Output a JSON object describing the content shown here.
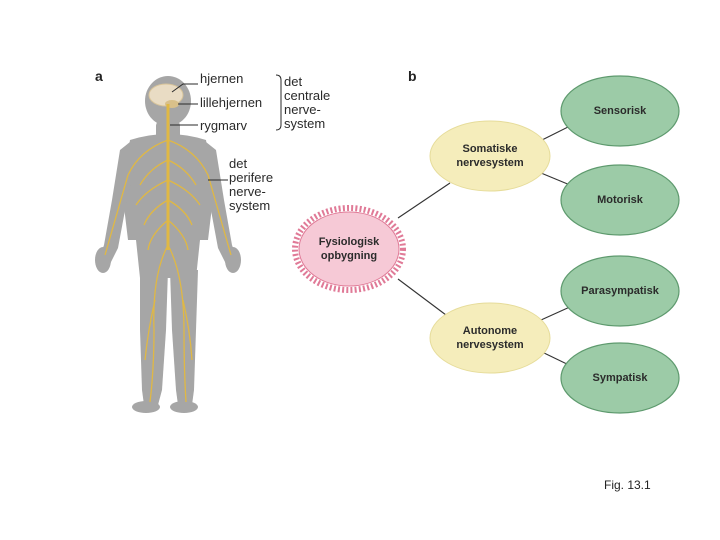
{
  "panel_a": {
    "letter": "a",
    "labels": {
      "brain": "hjernen",
      "cerebellum": "lillehjernen",
      "spinal_cord": "rygmarv",
      "cns": "det\ncentrale\nnerve-\nsystem",
      "pns": "det\nperifere\nnerve-\nsystem"
    },
    "colors": {
      "body": "#a6a6a6",
      "nerves": "#e0b844",
      "brain": "#e9dcc4"
    }
  },
  "panel_b": {
    "letter": "b",
    "nodes": {
      "root": "Fysiologisk\nopbygning",
      "somatic": "Somatiske\nnervesystem",
      "autonomic": "Autonome\nnervesystem",
      "sensory": "Sensorisk",
      "motor": "Motorisk",
      "parasympathetic": "Parasympatisk",
      "sympathetic": "Sympatisk"
    },
    "colors": {
      "root_fill": "#f6c9d6",
      "root_edge": "#e07a97",
      "mid_fill": "#f5edbb",
      "mid_edge": "#e6dc9a",
      "leaf_fill": "#9ccba7",
      "leaf_edge": "#5e9a6e"
    }
  },
  "caption": "Fig. 13.1"
}
